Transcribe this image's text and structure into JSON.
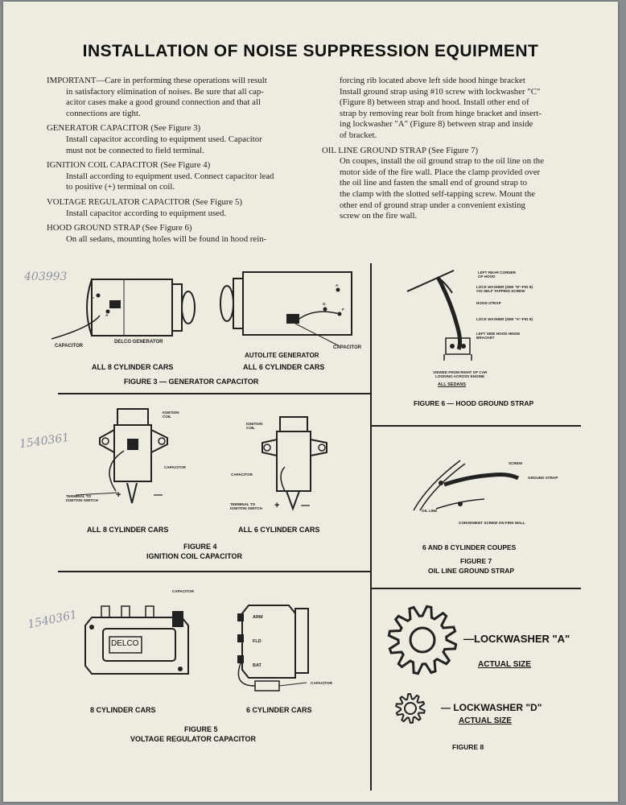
{
  "title": "INSTALLATION OF NOISE SUPPRESSION EQUIPMENT",
  "left_col": {
    "important": {
      "head": "IMPORTANT—Care in performing these operations will result",
      "rest": "in satisfactory elimination of noises. Be sure that all cap-\nacitor cases make a good ground connection and that all\nconnections are tight."
    },
    "gen": {
      "head": "GENERATOR CAPACITOR (See Figure 3)",
      "body": "Install capacitor according to equipment used. Capacitor\nmust not be connected to field terminal."
    },
    "ign": {
      "head": "IGNITION COIL CAPACITOR (See Figure 4)",
      "body": "Install according to equipment used. Connect capacitor lead\nto positive (+) terminal on coil."
    },
    "vreg": {
      "head": "VOLTAGE REGULATOR CAPACITOR (See Figure 5)",
      "body": "Install capacitor according to equipment used."
    },
    "hood": {
      "head": "HOOD GROUND STRAP (See Figure 6)",
      "body": "On all sedans, mounting holes will be found in hood rein-"
    }
  },
  "right_col": {
    "hood_cont": "forcing rib located above left side hood hinge bracket\nInstall ground strap using #10 screw with lockwasher \"C\"\n(Figure 8) between strap and hood. Install other end of\nstrap by removing rear bolt from hinge bracket and insert-\ning lockwasher \"A\" (Figure 8) between strap and inside\nof bracket.",
    "oil": {
      "head": "OIL LINE GROUND STRAP (See Figure 7)",
      "body": "On coupes, install the oil ground strap to the oil line on the\nmotor side of the fire wall. Place the clamp provided over\nthe oil line and fasten the small end of ground strap to\nthe clamp with the slotted self-tapping screw. Mount the\nother end of ground strap under a convenient existing\nscrew on the fire wall."
    }
  },
  "fig3": {
    "handwritten": "403993",
    "capacitor_left": "CAPACITOR",
    "delco": "DELCO GENERATOR",
    "cars8": "ALL 8 CYLINDER CARS",
    "autolite": "AUTOLITE GENERATOR",
    "cars6": "ALL 6 CYLINDER CARS",
    "capacitor_right": "CAPACITOR",
    "caption": "FIGURE 3 — GENERATOR CAPACITOR",
    "term_f": "F",
    "term_a": "A",
    "term_g": "G",
    "term_a2": "A",
    "term_f2": "F"
  },
  "fig4": {
    "handwritten": "1540361",
    "ign_coil_1": "IGNITION\nCOIL",
    "capacitor_1": "CAPACITOR",
    "terminal_1": "TERMINAL TO\nIGNITION SWITCH",
    "ign_coil_2": "IGNITION\nCOIL",
    "capacitor_2": "CAPACITOR",
    "terminal_2": "TERMINAL TO\nIGNITION SWITCH",
    "cars8": "ALL 8 CYLINDER CARS",
    "cars6": "ALL 6 CYLINDER CARS",
    "caption1": "FIGURE 4",
    "caption2": "IGNITION COIL CAPACITOR",
    "plus": "+",
    "minus": "—"
  },
  "fig5": {
    "handwritten": "1540361",
    "capacitor_top": "CAPACITOR",
    "delco": "DELCO",
    "arm": "ARM",
    "fld": "FLD",
    "bat": "BAT",
    "capacitor_bottom": "CAPACITOR",
    "cars8": "8 CYLINDER CARS",
    "cars6": "6 CYLINDER CARS",
    "caption1": "FIGURE 5",
    "caption2": "VOLTAGE REGULATOR CAPACITOR"
  },
  "fig6": {
    "l1": "LEFT REAR CORNER\nOF HOOD",
    "l2": "LOCK WASHER (SEE \"D\"-FIG 8)\n#10 SELF TAPPING SCREW",
    "l3": "HOOD STRAP",
    "l4": "LOCK WASHER (SEE \"A\"-FIG 8)",
    "l5": "LEFT SIDE HOOD HINGE\nBRACKET",
    "viewed": "VIEWED FROM RIGHT OF CAR\nLOOKING ACROSS ENGINE",
    "sedans": "ALL SEDANS",
    "caption": "FIGURE 6 — HOOD GROUND STRAP"
  },
  "fig7": {
    "screw": "SCREW",
    "ground_strap": "GROUND STRAP",
    "oil_line": "OIL LINE",
    "conv": "CONVENIENT SCREW ON FIRE WALL",
    "cars": "6 AND 8 CYLINDER COUPES",
    "caption1": "FIGURE 7",
    "caption2": "OIL LINE GROUND STRAP"
  },
  "fig8": {
    "lw_a": "—LOCKWASHER \"A\"",
    "actual1": "ACTUAL SIZE",
    "lw_d": "— LOCKWASHER \"D\"",
    "actual2": "ACTUAL SIZE",
    "caption": "FIGURE 8"
  }
}
